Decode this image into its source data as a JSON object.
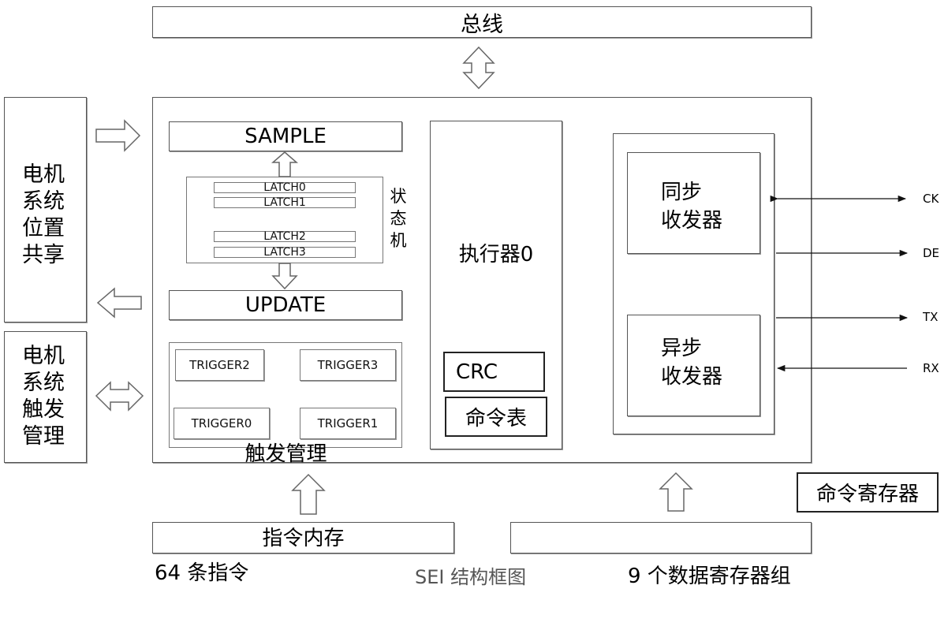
{
  "bus": {
    "label": "总线"
  },
  "left_blocks": {
    "position_share": "电机\n系统\n位置\n共享",
    "trigger_mgmt": "电机\n系统\n触发\n管理"
  },
  "state_machine": {
    "sample": "SAMPLE",
    "update": "UPDATE",
    "latches": [
      "LATCH0",
      "LATCH1",
      "LATCH2",
      "LATCH3"
    ],
    "label": "状\n态\n机"
  },
  "trigger_block": {
    "items": [
      "TRIGGER2",
      "TRIGGER3",
      "TRIGGER0",
      "TRIGGER1"
    ],
    "label": "触发管理"
  },
  "executor": {
    "label": "执行器0",
    "crc": "CRC",
    "command_table": "命令表"
  },
  "transceivers": {
    "sync": "同步\n收发器",
    "async": "异步\n收发器"
  },
  "signals": [
    "CK",
    "DE",
    "TX",
    "RX"
  ],
  "command_register": "命令寄存器",
  "instruction_memory": {
    "label": "指令内存",
    "caption": "64 条指令"
  },
  "data_registers": {
    "caption": "9 个数据寄存器组"
  },
  "figure_caption": "SEI 结构框图"
}
